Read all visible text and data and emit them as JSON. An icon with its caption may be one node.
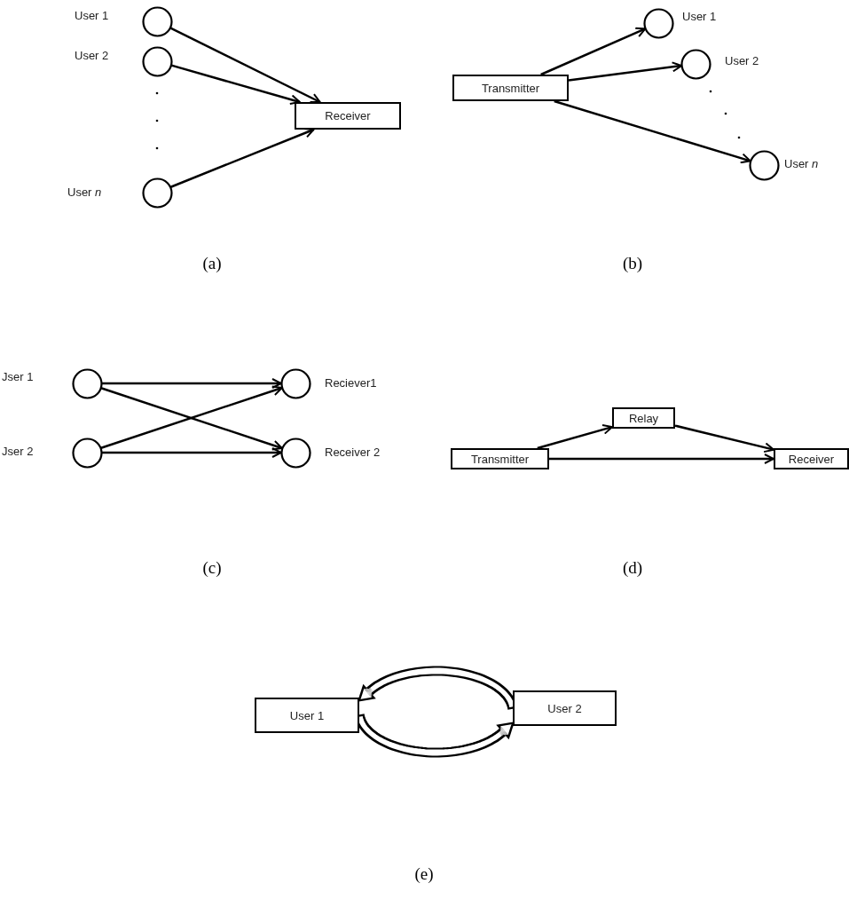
{
  "diagram": {
    "nodes": [
      {
        "text": [],
        "shape": "circle",
        "beside": [
          "User 1"
        ]
      },
      {
        "text": [],
        "shape": "circle",
        "beside": [
          "User 2"
        ]
      },
      {
        "text": [],
        "shape": "circle",
        "beside": [
          "User *n*"
        ]
      },
      {
        "text": [
          "Receiver"
        ]
      },
      {
        "text": [
          "Transmitter"
        ]
      },
      {
        "text": [],
        "shape": "circle",
        "beside": [
          "User 1"
        ]
      },
      {
        "text": [],
        "shape": "circle",
        "beside": [
          "User 2"
        ]
      },
      {
        "text": [],
        "shape": "circle",
        "beside": [
          "User *n*"
        ]
      },
      {
        "text": [],
        "shape": "circle",
        "beside": [
          "Jser 1"
        ]
      },
      {
        "text": [],
        "shape": "circle",
        "beside": [
          "Jser 2"
        ]
      },
      {
        "text": [],
        "shape": "circle",
        "beside": [
          "Reciever1"
        ]
      },
      {
        "text": [],
        "shape": "circle",
        "beside": [
          "Receiver 2"
        ]
      },
      {
        "text": [
          "Transmitter"
        ]
      },
      {
        "text": [
          "Relay"
        ]
      },
      {
        "text": [
          "Receiver"
        ]
      },
      {
        "text": [
          "User 1"
        ]
      },
      {
        "text": [
          "User 2"
        ]
      }
    ],
    "edges": [
      {
        "from": 0,
        "to": 3,
        "arrow": "to"
      },
      {
        "from": 1,
        "to": 3,
        "arrow": "to"
      },
      {
        "from": 2,
        "to": 3,
        "arrow": "to"
      },
      {
        "from": 4,
        "to": 5,
        "arrow": "to"
      },
      {
        "from": 4,
        "to": 6,
        "arrow": "to"
      },
      {
        "from": 4,
        "to": 7,
        "arrow": "to"
      },
      {
        "from": 8,
        "to": 10,
        "arrow": "to"
      },
      {
        "from": 8,
        "to": 11,
        "arrow": "to"
      },
      {
        "from": 9,
        "to": 10,
        "arrow": "to"
      },
      {
        "from": 9,
        "to": 11,
        "arrow": "to"
      },
      {
        "from": 12,
        "to": 13,
        "arrow": "to"
      },
      {
        "from": 13,
        "to": 14,
        "arrow": "to"
      },
      {
        "from": 12,
        "to": 14,
        "arrow": "to"
      },
      {
        "from": 16,
        "to": 15,
        "arrow": "to",
        "style": "thick"
      },
      {
        "from": 15,
        "to": 16,
        "arrow": "to",
        "style": "thick"
      }
    ],
    "labels": [
      "(a)",
      "(b)",
      "(c)",
      "(d)",
      "(e)"
    ]
  }
}
